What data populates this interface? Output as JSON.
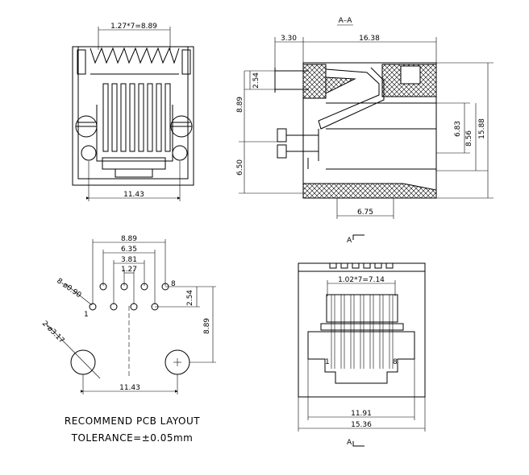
{
  "section_label": "A–A",
  "cut_marks": {
    "top": "A",
    "bottom": "A"
  },
  "front_view": {
    "pitch_dim": "1.27*7=8.89",
    "width_dim": "11.43"
  },
  "side_view": {
    "dims": {
      "offset": "3.30",
      "length": "16.38",
      "pin_spacing": "2.54",
      "contact_height": "8.89",
      "post_height": "6.50",
      "inner_height_a": "6.83",
      "inner_height_b": "8.56",
      "total_height": "15.88",
      "base_width": "6.75"
    }
  },
  "pcb_layout": {
    "dims": {
      "outer_span": "8.89",
      "span_6": "6.35",
      "span_4": "3.81",
      "span_2": "1.27",
      "row_offset": "2.54",
      "to_mount_holes": "8.89",
      "mount_spacing": "11.43",
      "pin_holes": "8-ø0.90",
      "mount_holes": "2-ø3.17"
    },
    "pin_labels": {
      "first": "1",
      "last": "8"
    }
  },
  "port_view": {
    "pitch_dim": "1.02*7=7.14",
    "inner_width": "11.91",
    "outer_width": "15.36",
    "pin_labels": {
      "first": "1",
      "last": "8"
    }
  },
  "notes": {
    "line1": "RECOMMEND  PCB  LAYOUT",
    "line2": "TOLERANCE=±0.05mm"
  }
}
